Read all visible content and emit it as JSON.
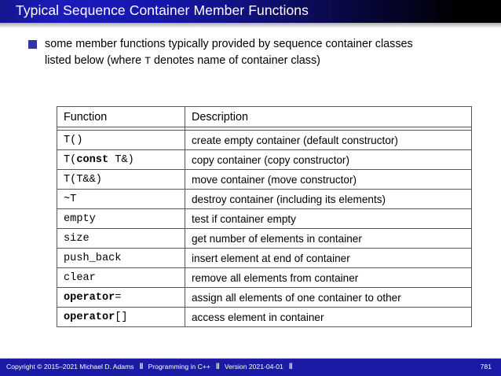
{
  "slide": {
    "title": "Typical Sequence Container Member Functions",
    "accent_color": "#1b1bbe",
    "footer_color": "#1a1aa6",
    "bullet_color": "#3434a8"
  },
  "bullet": {
    "marker": "square-bullet-icon",
    "line1_a": "some member functions typically provided by sequence container classes",
    "line2_a": "listed below (where ",
    "line2_code": "T",
    "line2_b": " denotes name of container class)"
  },
  "table": {
    "headers": [
      "Function",
      "Description"
    ],
    "rows": [
      {
        "fn_plain": "T()",
        "fn_bold": "",
        "fn_pre": "T()",
        "fn_post": "",
        "desc": "create empty container (default constructor)"
      },
      {
        "fn_plain": "T(const T&)",
        "fn_bold": "const",
        "fn_pre": "T(",
        "fn_post": " T&)",
        "desc": "copy container (copy constructor)"
      },
      {
        "fn_plain": "T(T&&)",
        "fn_bold": "",
        "fn_pre": "T(T&&)",
        "fn_post": "",
        "desc": "move container (move constructor)"
      },
      {
        "fn_plain": "~T",
        "fn_bold": "",
        "fn_pre": "~T",
        "fn_post": "",
        "desc": "destroy container (including its elements)"
      },
      {
        "fn_plain": "empty",
        "fn_bold": "",
        "fn_pre": "empty",
        "fn_post": "",
        "desc": "test if container empty"
      },
      {
        "fn_plain": "size",
        "fn_bold": "",
        "fn_pre": "size",
        "fn_post": "",
        "desc": "get number of elements in container"
      },
      {
        "fn_plain": "push_back",
        "fn_bold": "",
        "fn_pre": "push_back",
        "fn_post": "",
        "desc": "insert element at end of container"
      },
      {
        "fn_plain": "clear",
        "fn_bold": "",
        "fn_pre": "clear",
        "fn_post": "",
        "desc": "remove all elements from container"
      },
      {
        "fn_plain": "operator=",
        "fn_bold": "operator",
        "fn_pre": "",
        "fn_post": "=",
        "desc": "assign all elements of one container to other"
      },
      {
        "fn_plain": "operator[]",
        "fn_bold": "operator",
        "fn_pre": "",
        "fn_post": "[]",
        "desc": "access element in container"
      }
    ]
  },
  "footer": {
    "copyright": "Copyright © 2015–2021 Michael D. Adams",
    "separator": "‖",
    "course": "Programming in C++",
    "version": "Version 2021-04-01",
    "page": "781"
  }
}
